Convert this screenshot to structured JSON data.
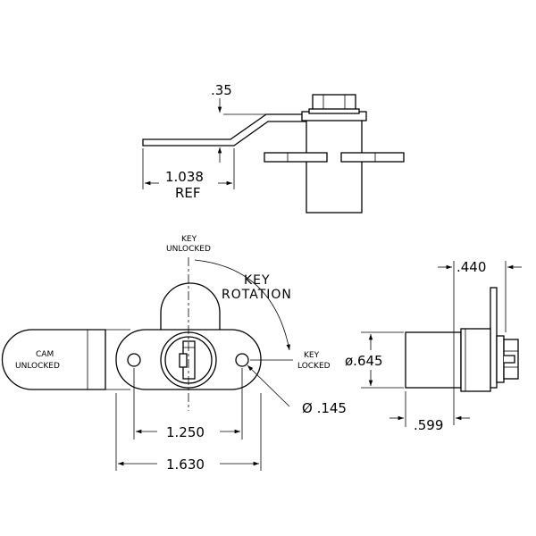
{
  "dimensions": {
    "offset_height": ".35",
    "cam_length": "1.038",
    "cam_length_ref": "REF",
    "hole_spacing": "1.250",
    "flange_length": "1.630",
    "hole_diameter": "Ø .145",
    "body_diameter": "ø.645",
    "overall_thickness": ".440",
    "body_length": ".599"
  },
  "labels": {
    "key_unlocked_line1": "KEY",
    "key_unlocked_line2": "UNLOCKED",
    "key_rotation_line1": "KEY",
    "key_rotation_line2": "ROTATION",
    "key_locked_line1": "KEY",
    "key_locked_line2": "LOCKED",
    "cam_unlocked_line1": "CAM",
    "cam_unlocked_line2": "UNLOCKED"
  }
}
